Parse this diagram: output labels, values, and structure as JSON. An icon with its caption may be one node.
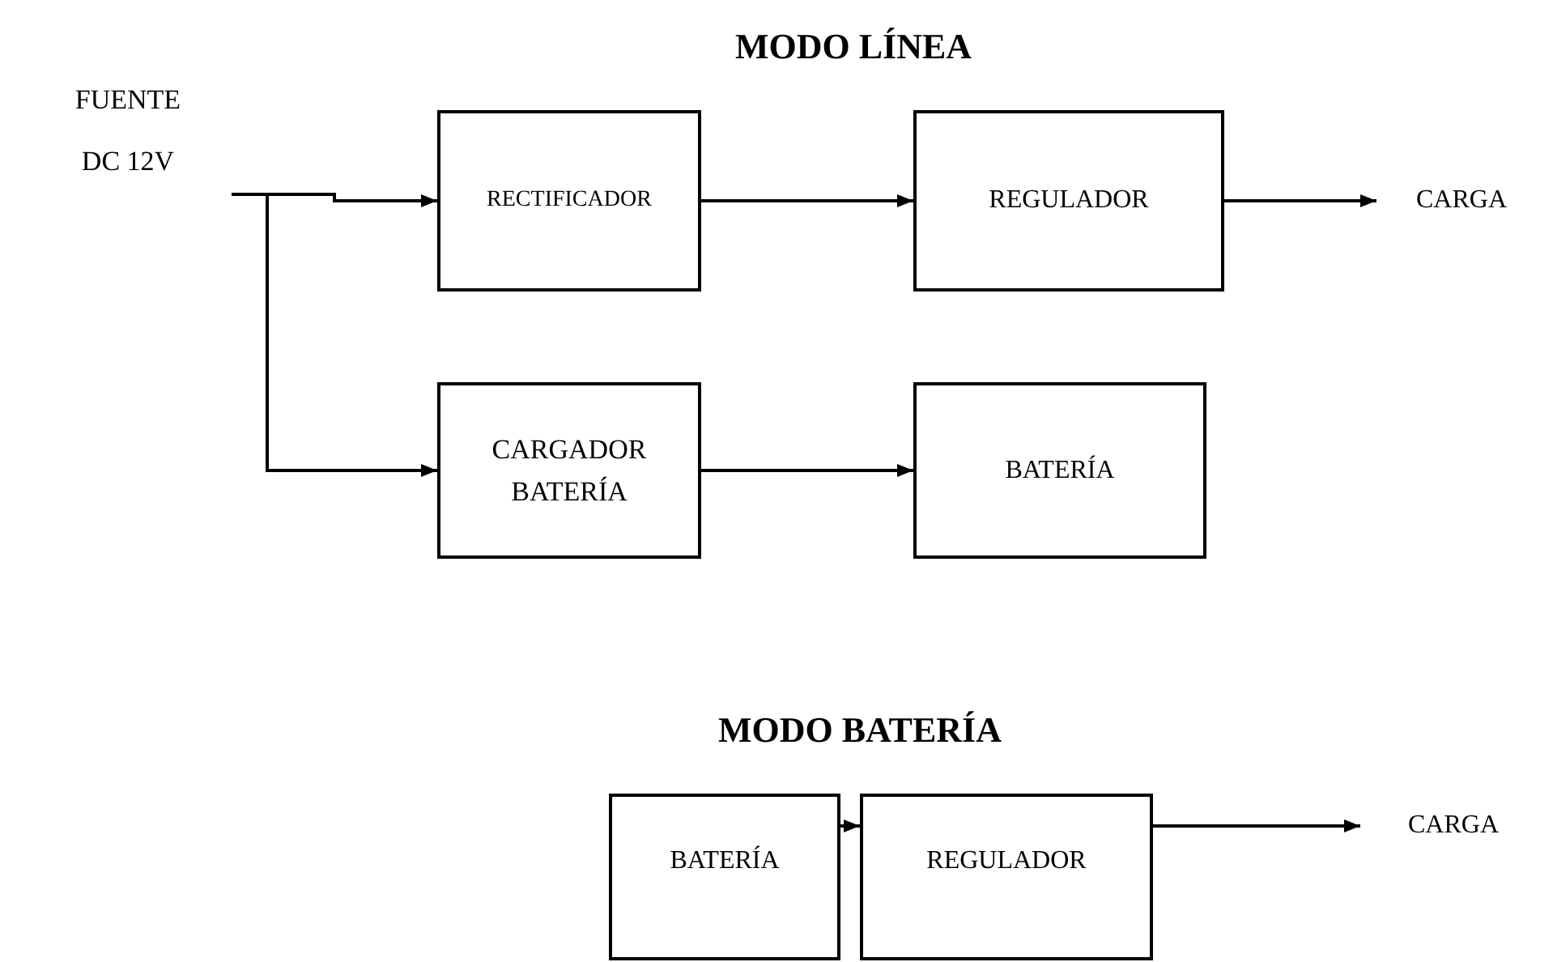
{
  "diagram": {
    "title": "MODO LÍNEA",
    "nodes": [
      {
        "text": [
          "FUENTE DC 12V"
        ]
      },
      {
        "text": [
          "RECTIFICADOR"
        ]
      },
      {
        "text": [
          "REGULADOR"
        ]
      },
      {
        "text": [
          "CARGA"
        ]
      },
      {
        "text": [
          "CARGADOR BATERÍA"
        ]
      },
      {
        "text": [
          "BATERÍA"
        ]
      },
      {
        "text": [
          "BATERÍA"
        ]
      },
      {
        "text": [
          "REGULADOR"
        ]
      },
      {
        "text": [
          "CARGA"
        ]
      }
    ],
    "edges": [
      {
        "from": 0,
        "to": 1,
        "arrow": "to"
      },
      {
        "from": 0,
        "to": 4,
        "arrow": "to"
      },
      {
        "from": 1,
        "to": 2,
        "arrow": "to"
      },
      {
        "from": 2,
        "to": 3,
        "arrow": "to"
      },
      {
        "from": 4,
        "to": 5,
        "arrow": "to"
      },
      {
        "from": 6,
        "to": 7,
        "arrow": "to"
      },
      {
        "from": 7,
        "to": 8,
        "arrow": "to"
      }
    ],
    "labels": [
      "MODO BATERÍA"
    ]
  }
}
